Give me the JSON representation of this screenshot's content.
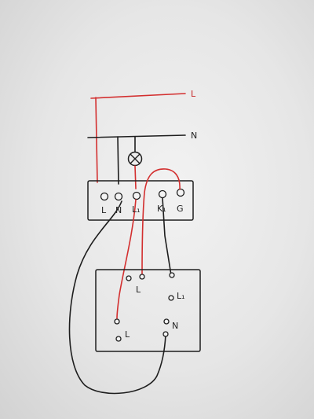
{
  "labels": {
    "supply_live": "L",
    "supply_neutral": "N",
    "block_l": "L",
    "block_n": "N",
    "block_l1": "L₁",
    "block_k1": "K₁",
    "block_g": "G",
    "switch_l_top": "L",
    "switch_l1": "L₁",
    "switch_l_left": "L",
    "switch_n": "N"
  },
  "colors": {
    "live_wire": "#d32f2f",
    "neutral_wire": "#1e1e1e",
    "paper": "#ececec"
  },
  "icons": {
    "lamp": "lamp-cross-icon"
  }
}
